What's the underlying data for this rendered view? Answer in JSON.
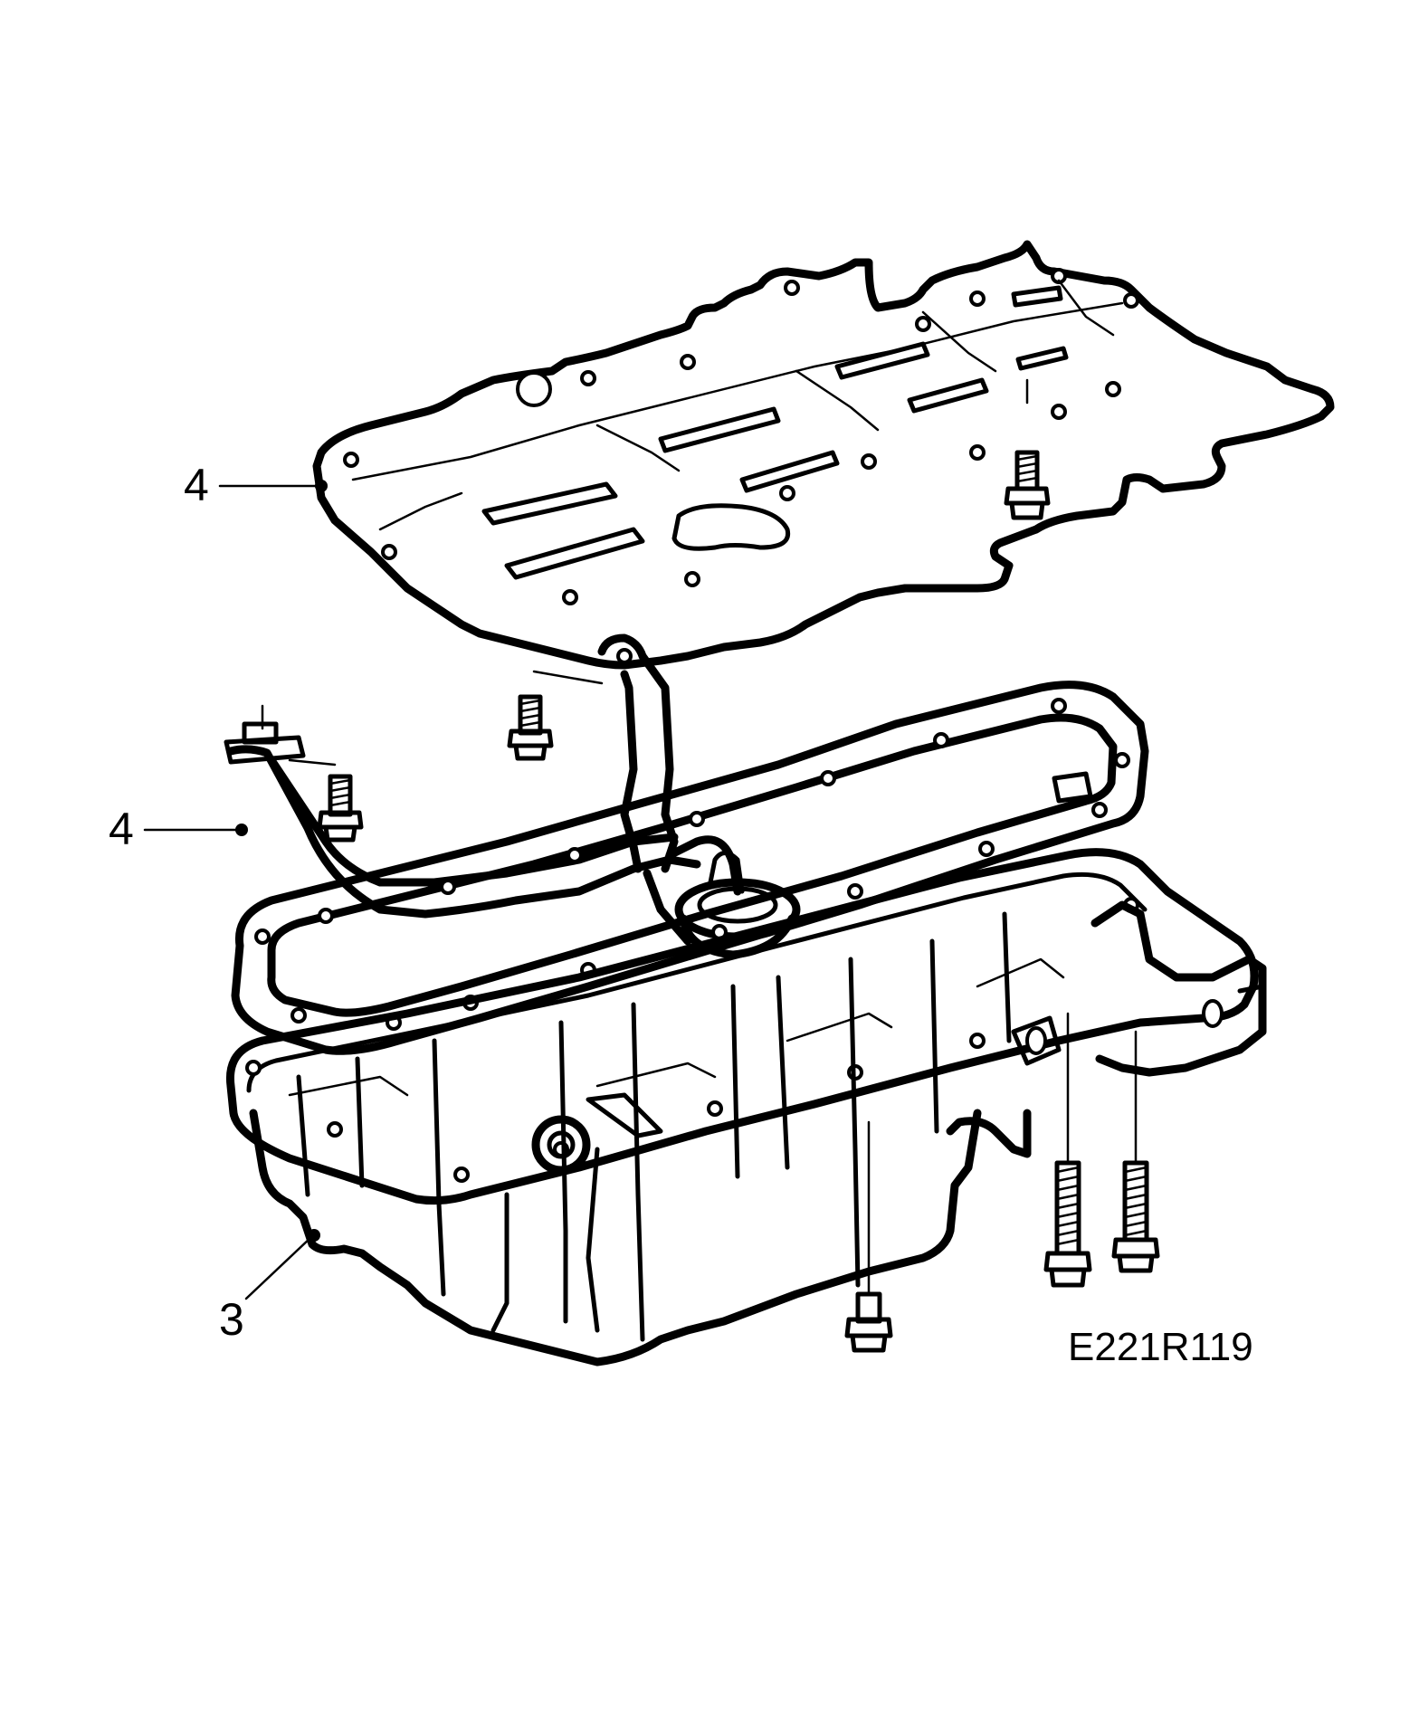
{
  "diagram": {
    "figure_code": "E221R119",
    "callouts": [
      {
        "id": "baffle-plate",
        "label": "4"
      },
      {
        "id": "oil-pickup-pipe",
        "label": "4"
      },
      {
        "id": "oil-pan",
        "label": "3"
      }
    ],
    "line_color": "#000000",
    "background": "#ffffff"
  }
}
